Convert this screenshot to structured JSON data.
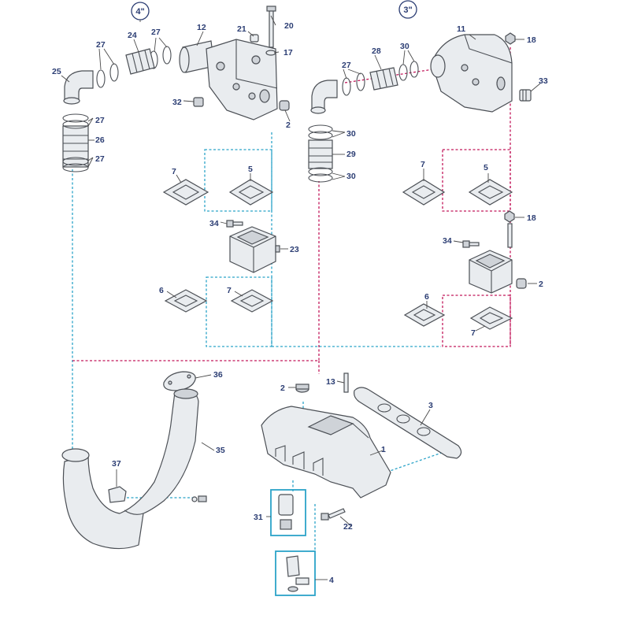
{
  "diagram": {
    "size_labels": {
      "left": "4\"",
      "right": "3\""
    },
    "callouts": {
      "n1": "1",
      "n2": "2",
      "n3": "3",
      "n4": "4",
      "n5": "5",
      "n6": "6",
      "n7": "7",
      "n11": "11",
      "n12": "12",
      "n13": "13",
      "n17": "17",
      "n18": "18",
      "n20": "20",
      "n21": "21",
      "n22": "22",
      "n23": "23",
      "n24": "24",
      "n25": "25",
      "n26": "26",
      "n27": "27",
      "n28": "28",
      "n29": "29",
      "n30": "30",
      "n31": "31",
      "n32": "32",
      "n33": "33",
      "n34": "34",
      "n35": "35",
      "n36": "36",
      "n37": "37"
    },
    "colors": {
      "callout_text": "#2b3d73",
      "cyan_dashed_path": "#2ba3c8",
      "magenta_dashed_path": "#c2185b",
      "part_fill": "#e9ecef",
      "part_outline": "#4b4f55"
    }
  }
}
